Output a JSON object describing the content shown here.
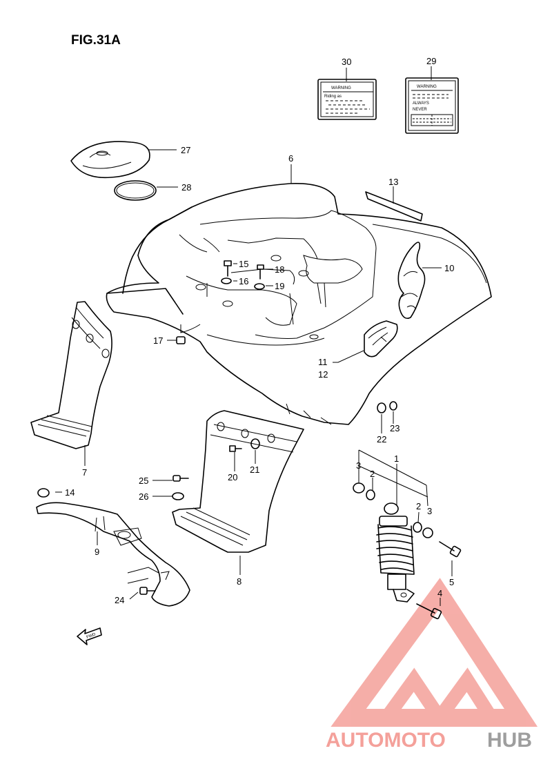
{
  "figure": {
    "title": "FIG.31A"
  },
  "callouts": {
    "c1": "1",
    "c2a": "2",
    "c2b": "2",
    "c3a": "3",
    "c3b": "3",
    "c4": "4",
    "c5": "5",
    "c6": "6",
    "c7": "7",
    "c8": "8",
    "c9": "9",
    "c10": "10",
    "c11": "11",
    "c12": "12",
    "c13": "13",
    "c14": "14",
    "c15": "15",
    "c16": "16",
    "c17": "17",
    "c18": "18",
    "c19": "19",
    "c20": "20",
    "c21": "21",
    "c22": "22",
    "c23": "23",
    "c24": "24",
    "c25": "25",
    "c26": "26",
    "c27": "27",
    "c28": "28",
    "c29": "29",
    "c30": "30"
  },
  "labels": {
    "warning30_title": "WARNING",
    "warning30_text": "Riding as",
    "warning29_title": "WARNING",
    "warning29_always": "ALWAYS",
    "warning29_never": "NEVER",
    "fwd": "FWD"
  },
  "watermark": {
    "word1": "AUTOMOTO",
    "word2": "HUB",
    "color1": "#f4a09a",
    "color2": "#9e9e9e"
  }
}
